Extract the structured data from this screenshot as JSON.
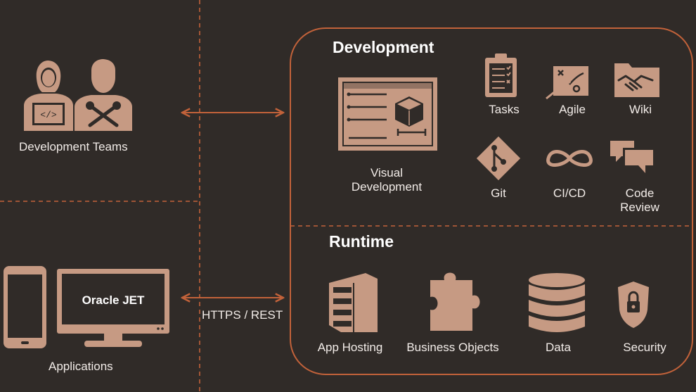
{
  "colors": {
    "background": "#302b28",
    "icon": "#c69a83",
    "accent_line": "#c2623a",
    "text": "#f2ece8"
  },
  "left": {
    "teams_label": "Development Teams",
    "apps_label": "Applications",
    "monitor_label": "Oracle JET",
    "connector_label": "HTTPS / REST"
  },
  "development": {
    "title": "Development",
    "visual_label_line1": "Visual",
    "visual_label_line2": "Development",
    "items": [
      {
        "icon": "clipboard-checklist-icon",
        "label": "Tasks"
      },
      {
        "icon": "play-diagram-icon",
        "label": "Agile"
      },
      {
        "icon": "handshake-folder-icon",
        "label": "Wiki"
      },
      {
        "icon": "git-icon",
        "label": "Git"
      },
      {
        "icon": "infinity-icon",
        "label": "CI/CD"
      },
      {
        "icon": "speech-bubbles-icon",
        "label_line1": "Code",
        "label_line2": "Review"
      }
    ]
  },
  "runtime": {
    "title": "Runtime",
    "items": [
      {
        "icon": "server-icon",
        "label": "App Hosting"
      },
      {
        "icon": "puzzle-icon",
        "label": "Business Objects"
      },
      {
        "icon": "database-icon",
        "label": "Data"
      },
      {
        "icon": "lock-shield-icon",
        "label": "Security"
      }
    ]
  }
}
